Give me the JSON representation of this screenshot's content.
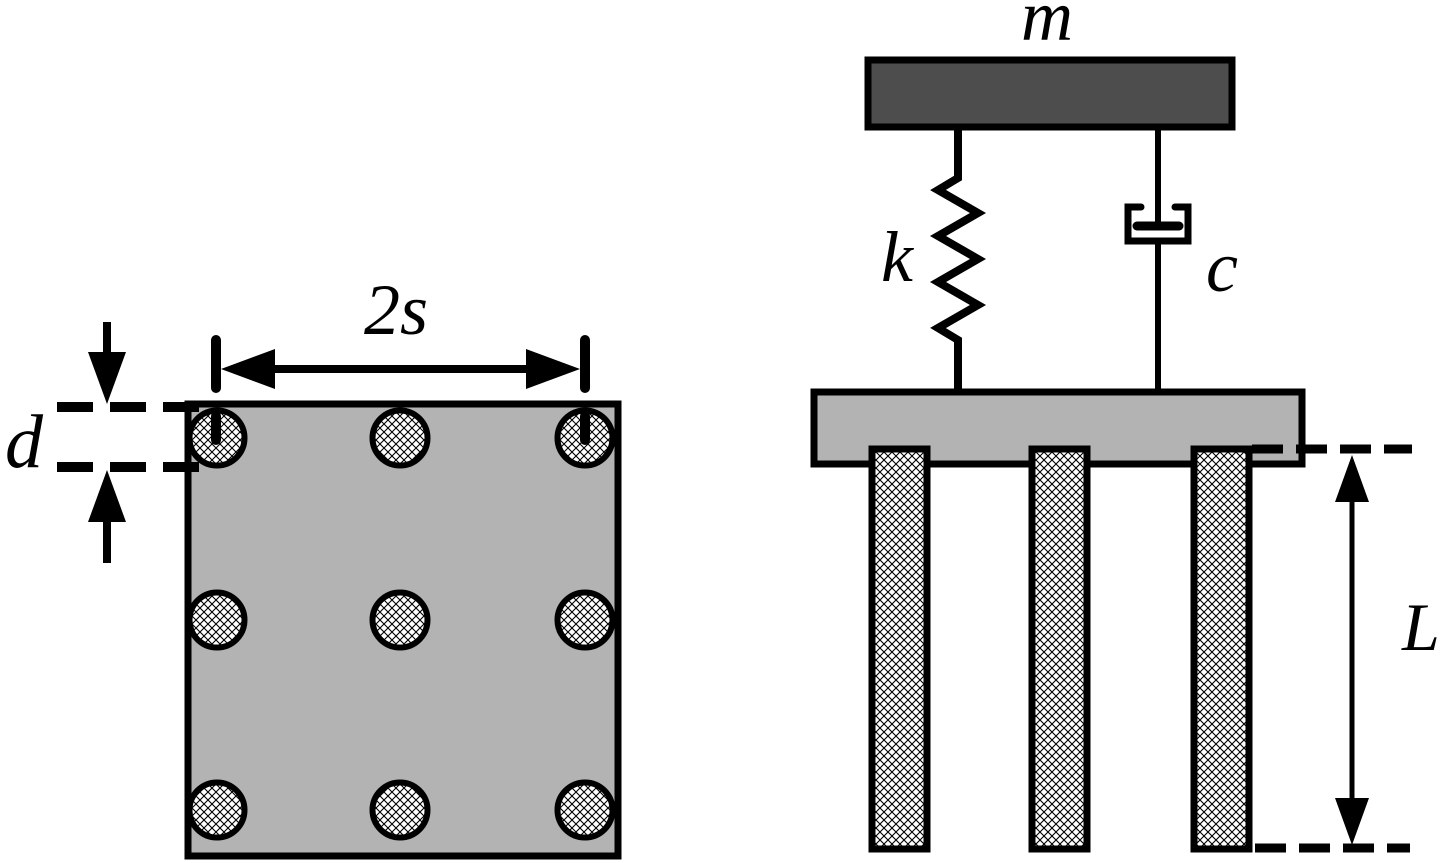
{
  "colors": {
    "plate_gray": "#b3b3b3",
    "mass_dark": "#4d4d4d",
    "line_black": "#000000",
    "pile_hatch_bg": "#ffffff"
  },
  "plan_view": {
    "span_label": "2s",
    "diameter_label": "d",
    "pile_rows": 3,
    "pile_cols": 3,
    "pile_count": 9
  },
  "elevation_view": {
    "mass_label": "m",
    "spring_label": "k",
    "damper_label": "c",
    "length_label": "L",
    "pile_count": 3
  }
}
